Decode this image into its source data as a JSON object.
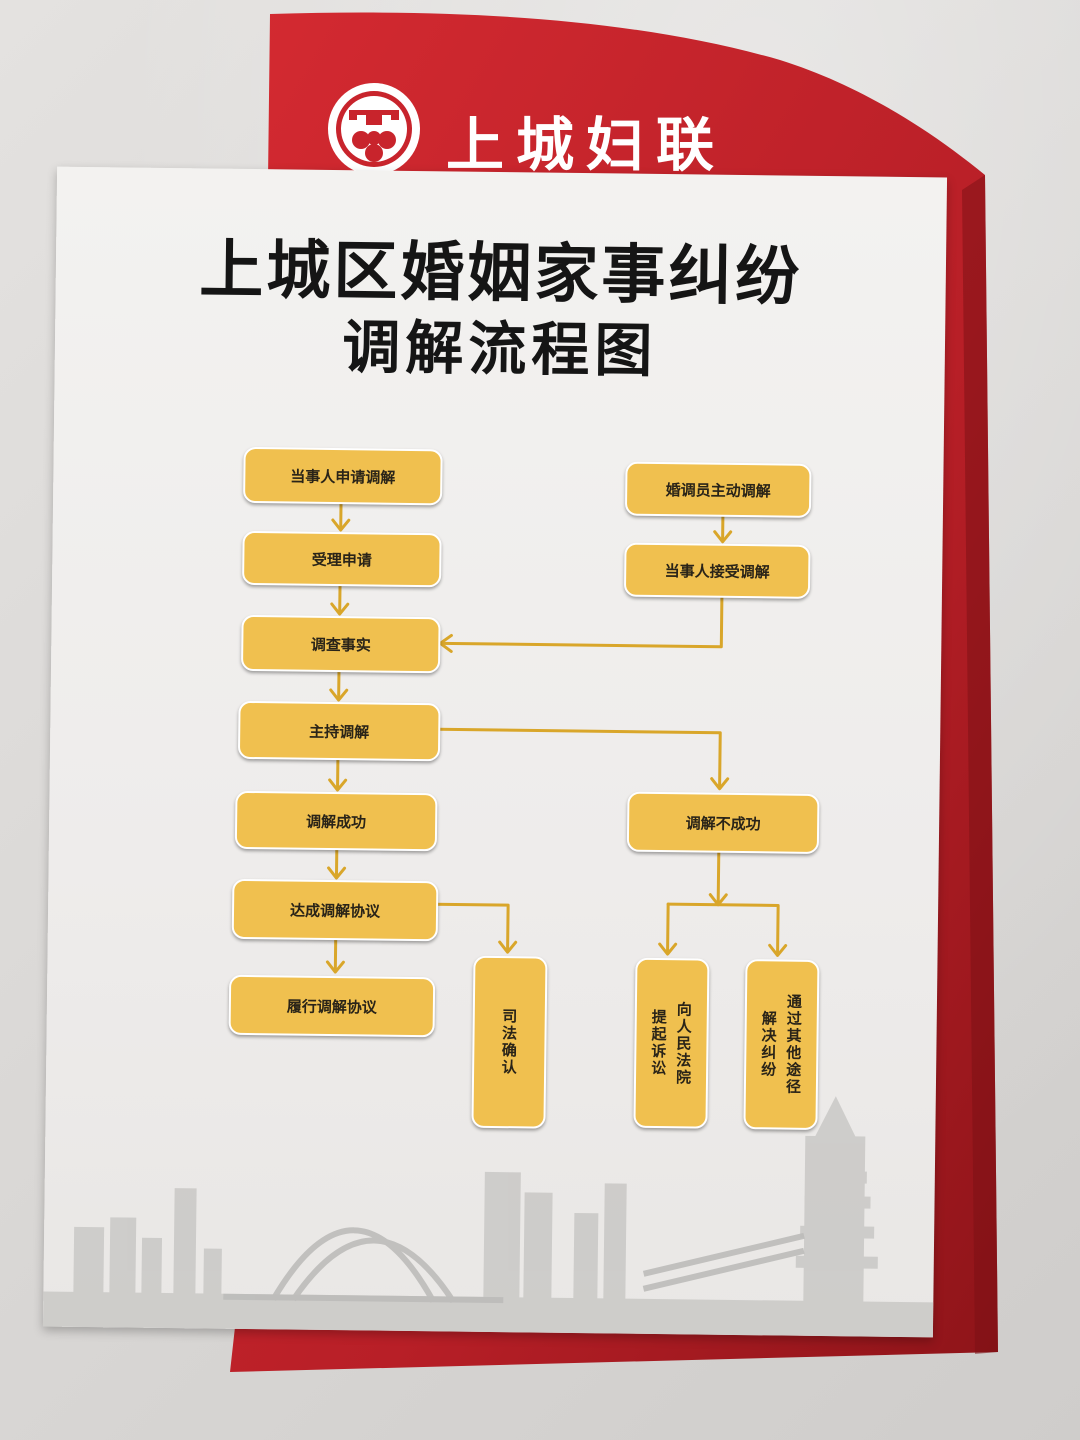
{
  "brand": {
    "name": "上城妇联",
    "logo_icon": "women-federation-logo-icon"
  },
  "board": {
    "title_line1": "上城区婚姻家事纠纷",
    "title_line2": "调解流程图"
  },
  "flow": {
    "apply": "当事人申请调解",
    "accept": "受理申请",
    "investigate": "调查事实",
    "mediate": "主持调解",
    "success": "调解成功",
    "agreement": "达成调解协议",
    "perform": "履行调解协议",
    "judicial": "司法确认",
    "active": "婚调员主动调解",
    "party_accept": "当事人接受调解",
    "fail": "调解不成功",
    "court": {
      "col1": "向人民法院",
      "col2": "提起诉讼"
    },
    "other": {
      "col1": "通过其他途径",
      "col2": "解决纠纷"
    }
  },
  "colors": {
    "red_panel": "#c8242c",
    "box_fill": "#f0c04f",
    "arrow": "#d9a62a",
    "board": "#f1efed"
  }
}
